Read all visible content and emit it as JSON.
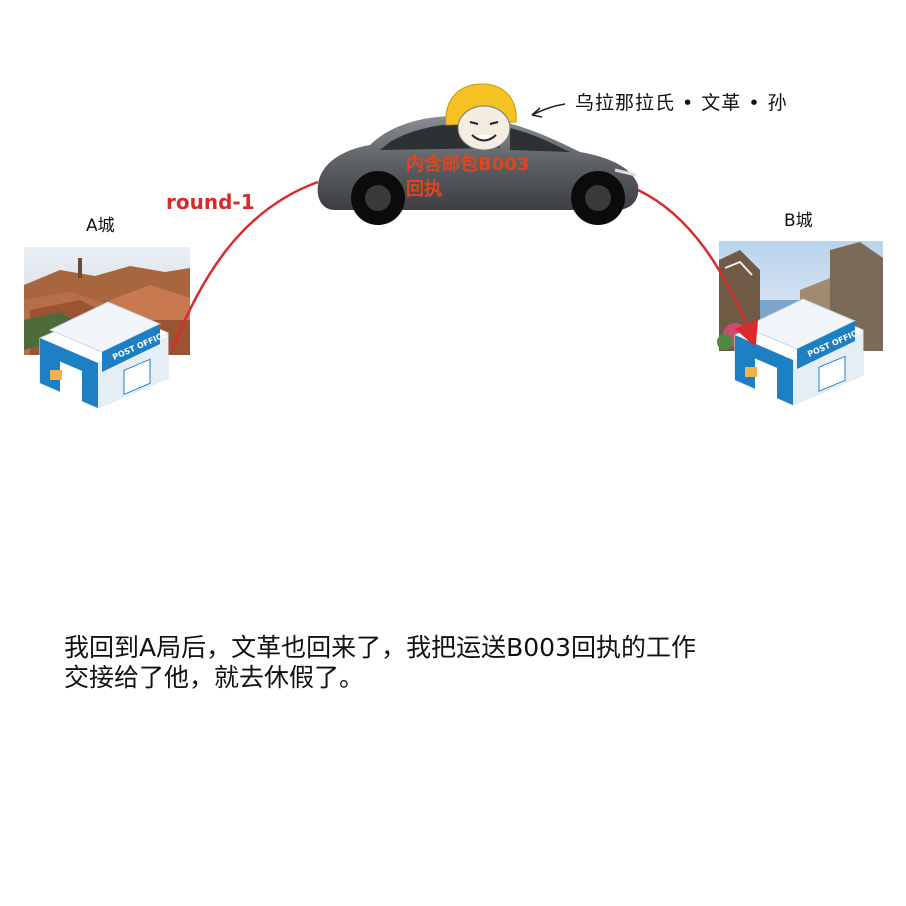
{
  "scene": {
    "city_a": {
      "label": "A城"
    },
    "city_b": {
      "label": "B城"
    },
    "route": {
      "label": "round-1",
      "color": "#d92b2b"
    },
    "driver": {
      "label": "乌拉那拉氏 • 文革 • 孙"
    },
    "cargo": {
      "line1": "内含邮包B003",
      "line2": "回执",
      "color": "#e0461d"
    },
    "post_office_sign": "POST OFFICE",
    "caption": {
      "line1": "我回到A局后，文革也回来了，我把运送B003回执的工作",
      "line2": "交接给了他，就去休假了。"
    }
  },
  "colors": {
    "office_blue": "#1d7fc4",
    "car_body": "#5d6064",
    "helmet": "#f4c323"
  }
}
